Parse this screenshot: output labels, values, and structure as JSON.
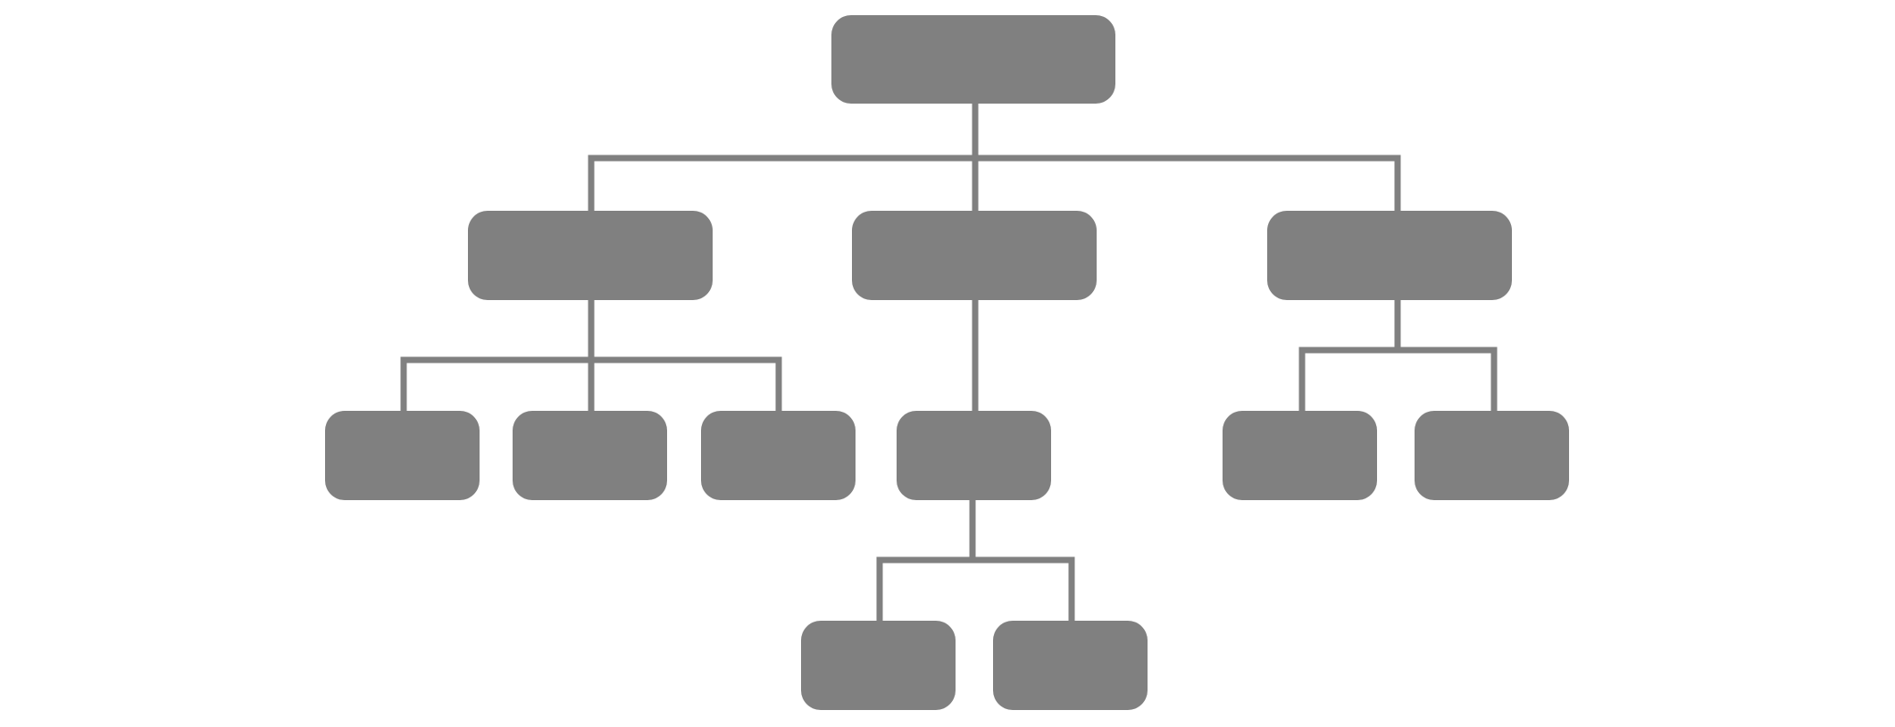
{
  "diagram": {
    "colors": {
      "node_fill": "#808080",
      "connector": "#808080",
      "background": "#ffffff"
    },
    "nodes": [
      {
        "id": "root",
        "label": ""
      },
      {
        "id": "branch-left",
        "label": ""
      },
      {
        "id": "branch-center",
        "label": ""
      },
      {
        "id": "branch-right",
        "label": ""
      },
      {
        "id": "leaf-left-1",
        "label": ""
      },
      {
        "id": "leaf-left-2",
        "label": ""
      },
      {
        "id": "leaf-left-3",
        "label": ""
      },
      {
        "id": "leaf-center-1",
        "label": ""
      },
      {
        "id": "leaf-right-1",
        "label": ""
      },
      {
        "id": "leaf-right-2",
        "label": ""
      },
      {
        "id": "leaf-bottom-1",
        "label": ""
      },
      {
        "id": "leaf-bottom-2",
        "label": ""
      }
    ],
    "edges": [
      {
        "from": "root",
        "to": "branch-left"
      },
      {
        "from": "root",
        "to": "branch-center"
      },
      {
        "from": "root",
        "to": "branch-right"
      },
      {
        "from": "branch-left",
        "to": "leaf-left-1"
      },
      {
        "from": "branch-left",
        "to": "leaf-left-2"
      },
      {
        "from": "branch-left",
        "to": "leaf-left-3"
      },
      {
        "from": "branch-center",
        "to": "leaf-center-1"
      },
      {
        "from": "branch-right",
        "to": "leaf-right-1"
      },
      {
        "from": "branch-right",
        "to": "leaf-right-2"
      },
      {
        "from": "leaf-center-1",
        "to": "leaf-bottom-1"
      },
      {
        "from": "leaf-center-1",
        "to": "leaf-bottom-2"
      }
    ]
  }
}
